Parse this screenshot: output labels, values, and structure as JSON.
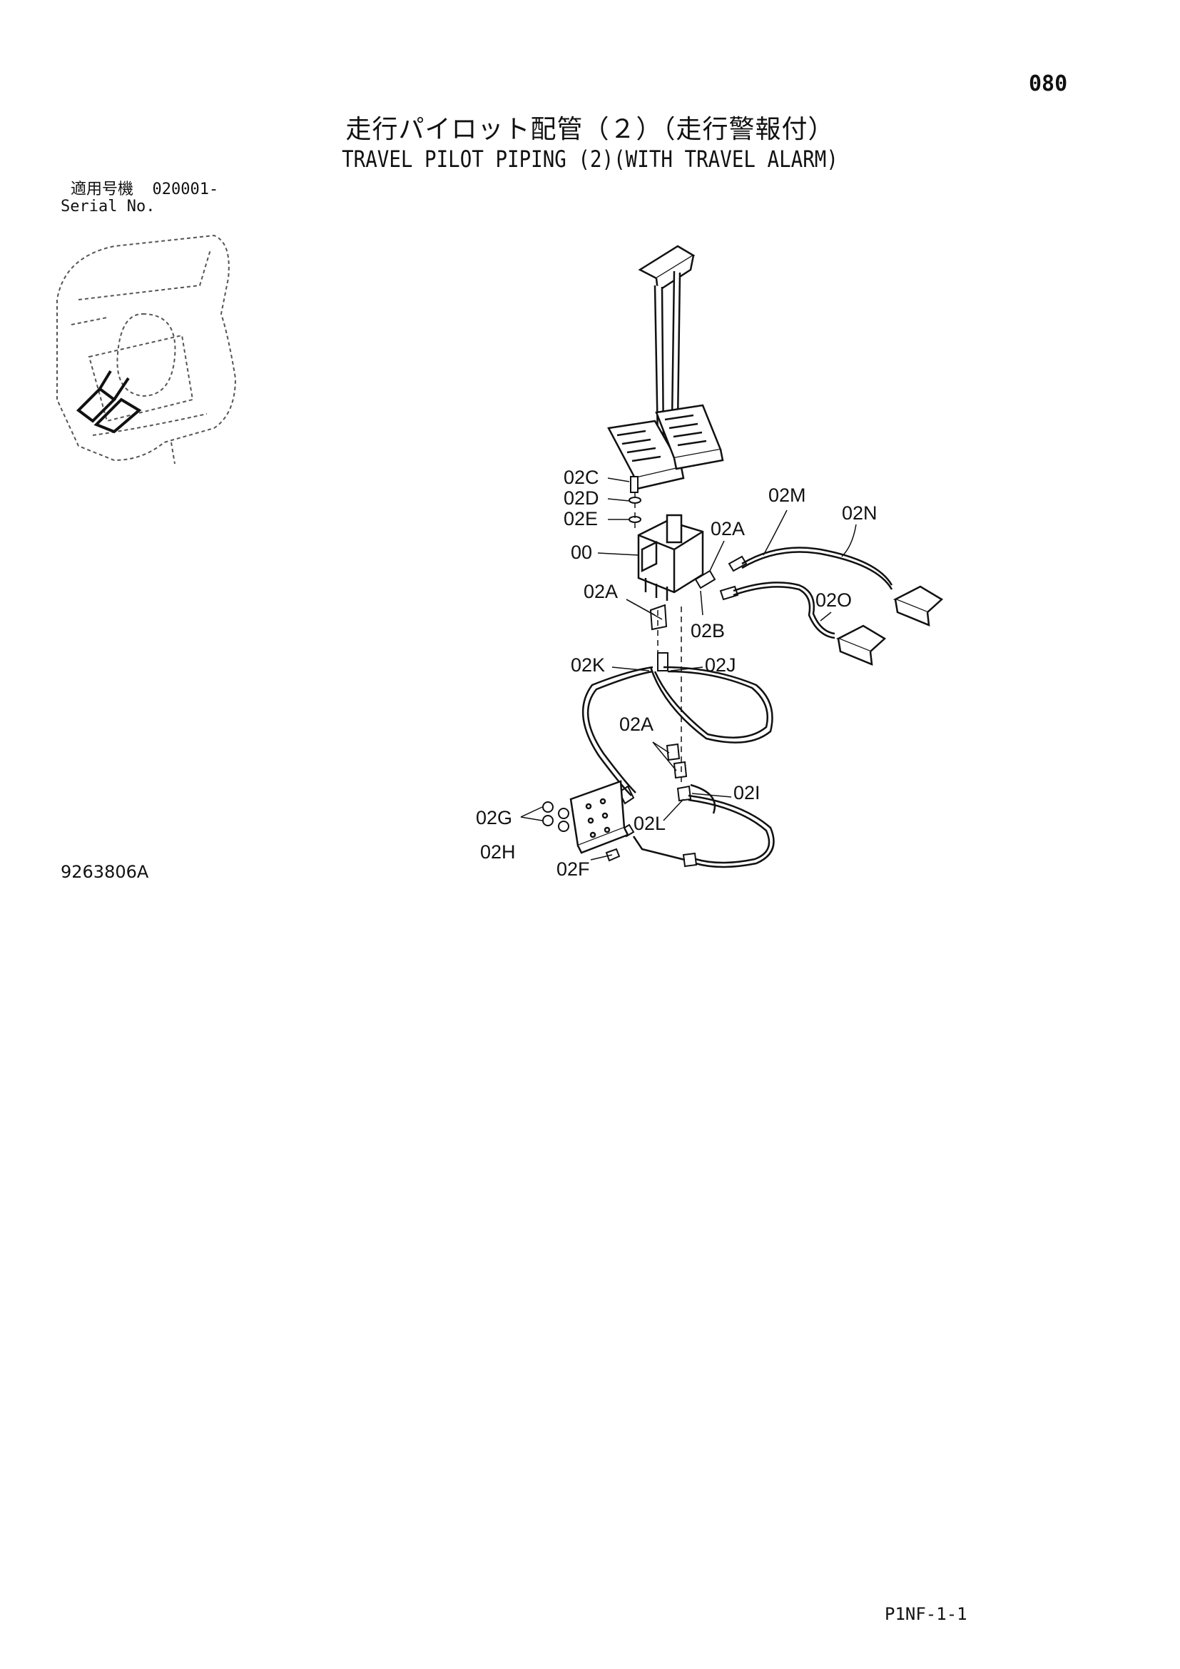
{
  "page_number": "080",
  "title_jp": "走行パイロット配管（２）（走行警報付）",
  "title_en": "TRAVEL PILOT PIPING (2)(WITH TRAVEL ALARM)",
  "serial": {
    "label_jp": "適用号機",
    "value": "020001-",
    "label_en": "Serial No."
  },
  "drawing_number": "9263806A",
  "footer_code": "P1NF-1-1",
  "callouts": {
    "c02C": "02C",
    "c02D": "02D",
    "c02E": "02E",
    "c00": "00",
    "c02A_1": "02A",
    "c02A_2": "02A",
    "c02A_3": "02A",
    "c02B": "02B",
    "c02M": "02M",
    "c02N": "02N",
    "c02O": "02O",
    "c02K": "02K",
    "c02J": "02J",
    "c02I": "02I",
    "c02L": "02L",
    "c02G": "02G",
    "c02H": "02H",
    "c02F": "02F"
  }
}
